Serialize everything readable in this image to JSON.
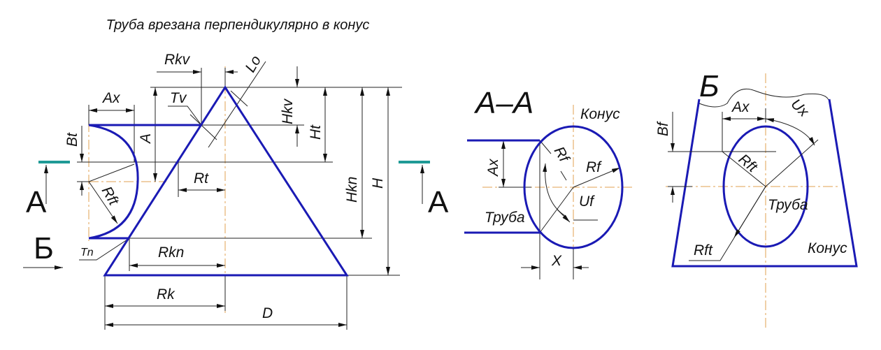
{
  "title": "Труба врезана перпендикулярно в конус",
  "main_view": {
    "labels": {
      "rkv": "Rkv",
      "lo": "Lo",
      "ax": "Ax",
      "tv": "Tv",
      "hkv": "Hkv",
      "ht": "Ht",
      "bt": "Bt",
      "a": "A",
      "hkn": "Hkn",
      "h": "H",
      "rt": "Rt",
      "rft": "Rft",
      "tn": "Tn",
      "rkn": "Rkn",
      "rk": "Rk",
      "d": "D"
    },
    "section_mark_left": "A",
    "section_mark_right": "A",
    "view_mark": "Б"
  },
  "section_view": {
    "title": "A–A",
    "labels": {
      "konus": "Конус",
      "ax": "Ax",
      "rf1": "Rf",
      "rf2": "Rf",
      "uf": "Uf",
      "truba": "Труба",
      "x": "X"
    }
  },
  "view_b": {
    "title": "Б",
    "labels": {
      "bf": "Bf",
      "ax": "Ax",
      "ux": "Ux",
      "rft1": "Rft",
      "truba": "Труба",
      "rft2": "Rft",
      "konus": "Конус"
    }
  },
  "colors": {
    "outline": "#1a1ab4",
    "axis": "#e0a050",
    "section_mark": "#1f9a96"
  }
}
